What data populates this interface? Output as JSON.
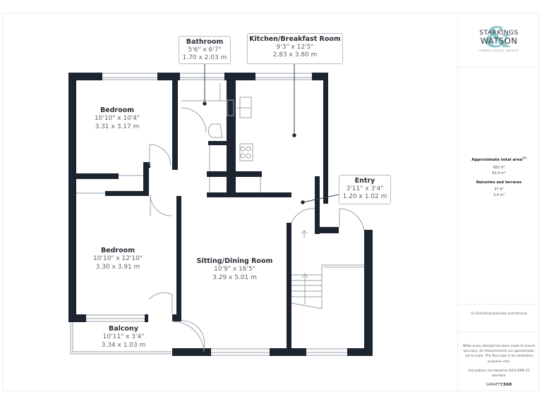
{
  "brand": {
    "line1": "STARKINGS",
    "line2": "WATSON",
    "ampersand": "&",
    "tagline": "HYBRID ESTATE AGENTS",
    "accent_color": "#8fc9c9",
    "text_color": "#2b3440"
  },
  "area": {
    "total_title": "Approximate total area",
    "total_note_marker": "(1)",
    "total_ft": "682 ft²",
    "total_m": "63.4 m²",
    "balconies_title": "Balconies and terraces",
    "balconies_ft": "37 ft²",
    "balconies_m": "3.4 m²"
  },
  "footnote": "(1) Excluding balconies and terraces",
  "disclaimer": "While every attempt has been made to ensure accuracy, all measurements are approximate, not to scale. This floor plan is for illustrative purposes only.",
  "calculation_note": "Calculations are based on RICS IPMS 3C standard.",
  "powered_by": {
    "prefix": "GIRAFFE",
    "suffix": "360"
  },
  "plan": {
    "wall_color": "#1c2430",
    "rooms": [
      {
        "name": "Bedroom",
        "imperial": "10'10\" x 10'4\"",
        "metric": "3.31 x 3.17 m"
      },
      {
        "name": "Bedroom",
        "imperial": "10'10\" x 12'10\"",
        "metric": "3.30 x 3.91 m"
      },
      {
        "name": "Balcony",
        "imperial": "10'11\" x 3'4\"",
        "metric": "3.34 x 1.03 m"
      },
      {
        "name": "Sitting/Dining Room",
        "imperial": "10'9\" x 16'5\"",
        "metric": "3.29 x 5.01 m"
      }
    ],
    "callouts": [
      {
        "name": "Bathroom",
        "imperial": "5'6\" x 6'7\"",
        "metric": "1.70 x 2.03 m"
      },
      {
        "name": "Kitchen/Breakfast Room",
        "imperial": "9'3\" x 12'5\"",
        "metric": "2.83 x 3.80 m"
      },
      {
        "name": "Entry",
        "imperial": "3'11\" x 3'4\"",
        "metric": "1.20 x 1.02 m"
      }
    ]
  }
}
